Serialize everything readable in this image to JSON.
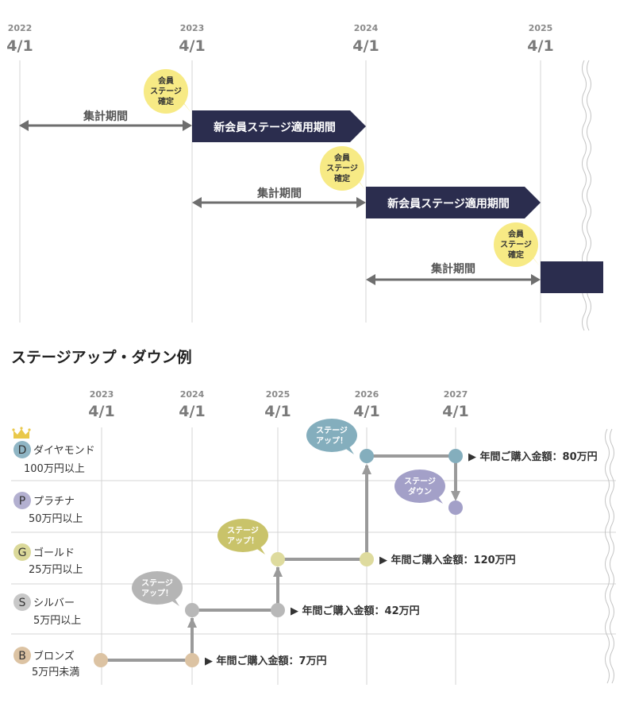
{
  "top_timeline": {
    "years": [
      {
        "year": "2022",
        "date": "4/1"
      },
      {
        "year": "2023",
        "date": "4/1"
      },
      {
        "year": "2024",
        "date": "4/1"
      },
      {
        "year": "2025",
        "date": "4/1"
      }
    ],
    "rows": [
      {
        "period_label": "集計期間",
        "stage_box": "新会員ステージ適用期間",
        "badge": [
          "会員",
          "ステージ",
          "確定"
        ]
      },
      {
        "period_label": "集計期間",
        "stage_box": "新会員ステージ適用期間",
        "badge": [
          "会員",
          "ステージ",
          "確定"
        ]
      },
      {
        "period_label": "集計期間",
        "stage_box": "",
        "badge": [
          "会員",
          "ステージ",
          "確定"
        ]
      }
    ]
  },
  "example_section": {
    "title": "ステージアップ・ダウン例",
    "years": [
      {
        "year": "2023",
        "date": "4/1"
      },
      {
        "year": "2024",
        "date": "4/1"
      },
      {
        "year": "2025",
        "date": "4/1"
      },
      {
        "year": "2026",
        "date": "4/1"
      },
      {
        "year": "2027",
        "date": "4/1"
      }
    ],
    "stages": [
      {
        "letter": "D",
        "name": "ダイヤモンド",
        "threshold": "100万円以上",
        "color": "#8fb5c4",
        "crown": true
      },
      {
        "letter": "P",
        "name": "プラチナ",
        "threshold": "50万円以上",
        "color": "#b3b0d0",
        "crown": false
      },
      {
        "letter": "G",
        "name": "ゴールド",
        "threshold": "25万円以上",
        "color": "#dbd99a",
        "crown": false
      },
      {
        "letter": "S",
        "name": "シルバー",
        "threshold": "5万円以上",
        "color": "#c8c8c8",
        "crown": false
      },
      {
        "letter": "B",
        "name": "ブロンズ",
        "threshold": "5万円未満",
        "color": "#dcc3a3",
        "crown": false
      }
    ],
    "purchases": [
      {
        "text": "▶ 年間ご購入金額：7万円"
      },
      {
        "text": "▶ 年間ご購入金額：42万円"
      },
      {
        "text": "▶ 年間ご購入金額：120万円"
      },
      {
        "text": "▶ 年間ご購入金額：80万円"
      }
    ],
    "bubbles": [
      {
        "lines": [
          "ステージ",
          "アップ！"
        ],
        "color": "#b5b5b5"
      },
      {
        "lines": [
          "ステージ",
          "アップ！"
        ],
        "color": "#c9c36a"
      },
      {
        "lines": [
          "ステージ",
          "アップ！"
        ],
        "color": "#84aebd"
      },
      {
        "lines": [
          "ステージ",
          "ダウン"
        ],
        "color": "#a3a0c8"
      }
    ]
  },
  "colors": {
    "navy": "#2b2d4e",
    "badge_yellow": "#f7ea85",
    "arrow_gray": "#6e6e6e",
    "grid_gray": "#d4d4d4",
    "path_gray": "#9a9a9a"
  }
}
